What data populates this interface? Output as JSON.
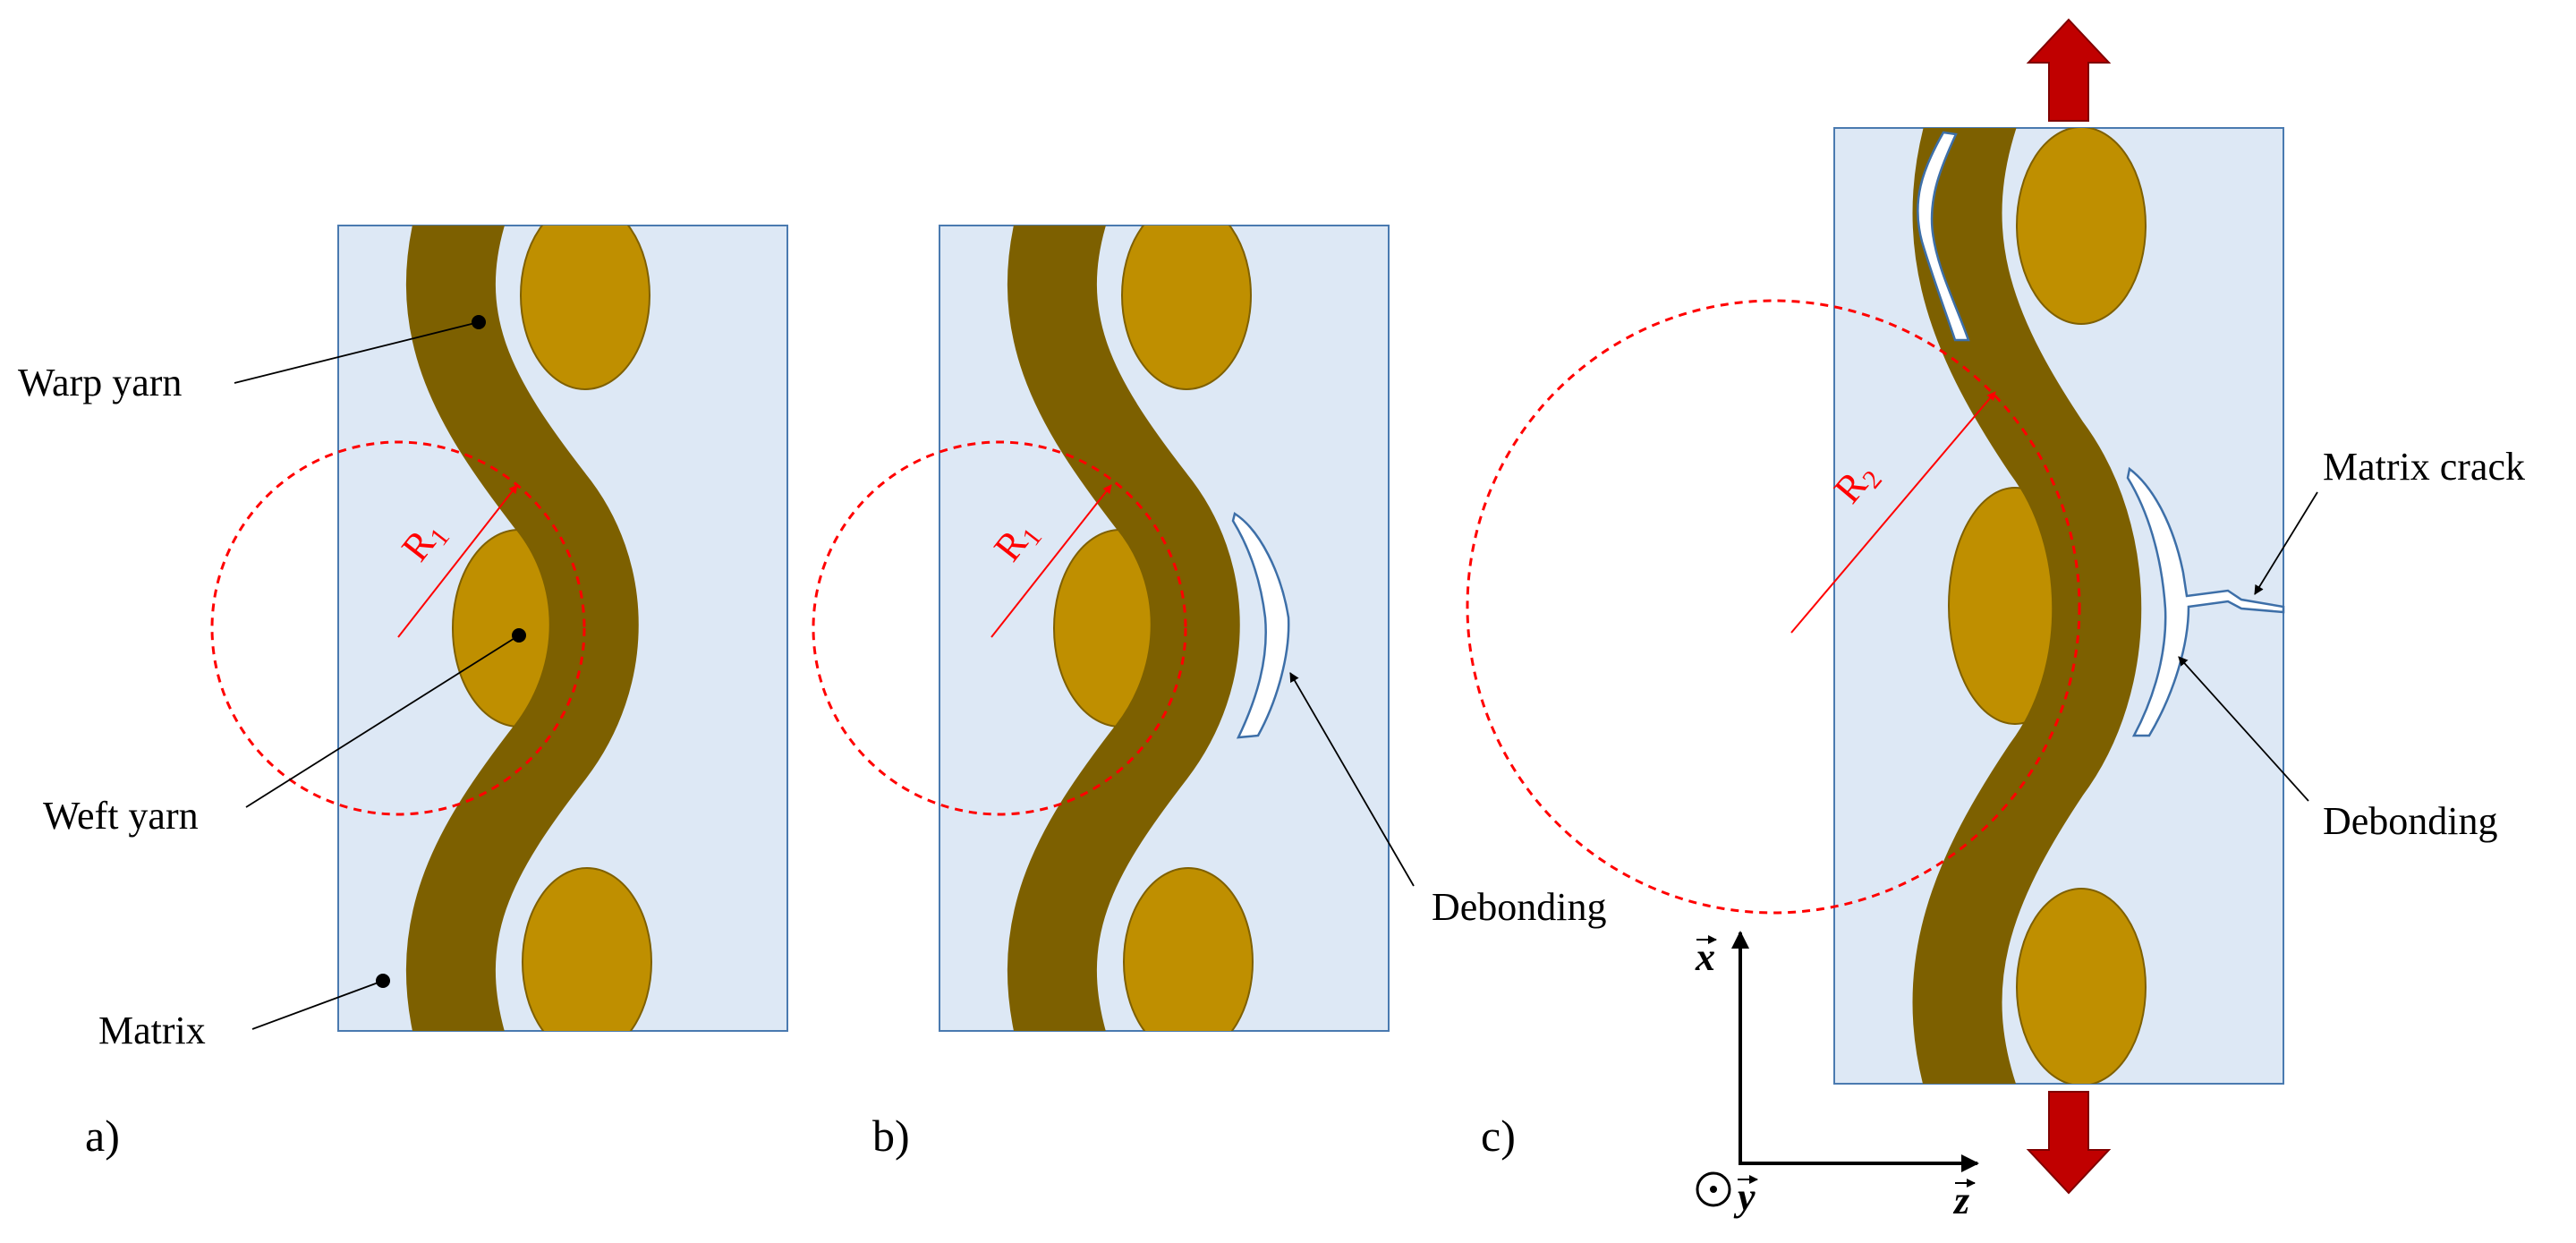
{
  "panels": [
    {
      "id": "a",
      "caption": "a)",
      "radius_label": "R",
      "radius_sub": "1"
    },
    {
      "id": "b",
      "caption": "b)",
      "radius_label": "R",
      "radius_sub": "1"
    },
    {
      "id": "c",
      "caption": "c)",
      "radius_label": "R",
      "radius_sub": "2"
    }
  ],
  "labels": {
    "warp_yarn": "Warp yarn",
    "weft_yarn": "Weft yarn",
    "matrix": "Matrix",
    "debonding": "Debonding",
    "matrix_crack": "Matrix crack"
  },
  "axes": {
    "x": "x",
    "y": "y",
    "z": "z"
  },
  "colors": {
    "matrix_fill": "#dde8f5",
    "matrix_border": "#4a7ab0",
    "warp_yarn": "#7d6000",
    "weft_yarn": "#bf8f00",
    "weft_border": "#7f6000",
    "radius_circle": "#ff0000",
    "load_arrow": "#c00000",
    "crack_outline": "#3d6fa8"
  },
  "icons": {
    "load_arrow_top": "arrow-up-icon",
    "load_arrow_bottom": "arrow-down-icon",
    "out_of_plane_axis": "circle-dot-icon"
  }
}
